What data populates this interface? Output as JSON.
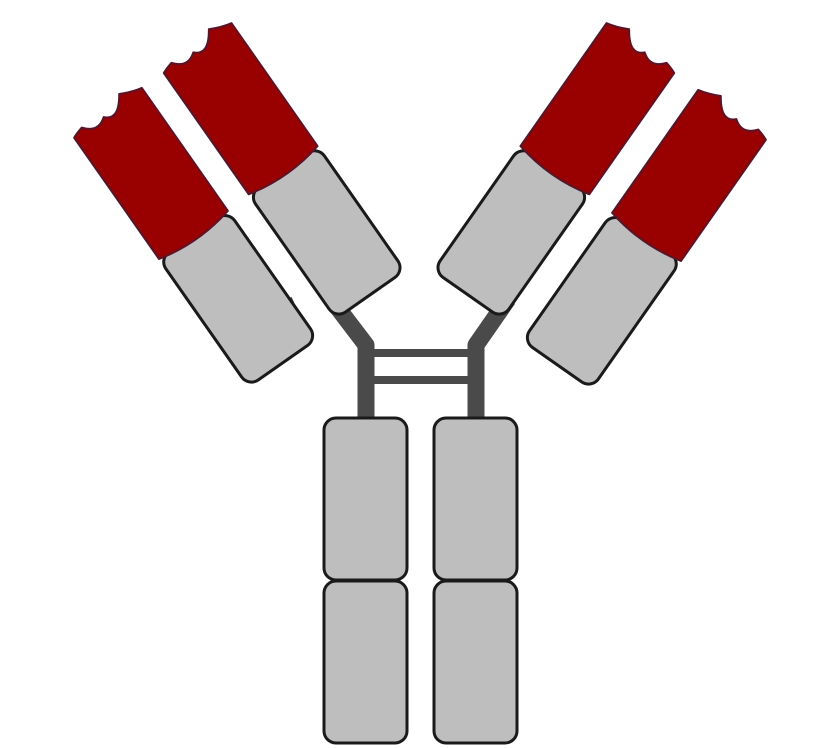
{
  "figure": {
    "subject": "antibody-schematic",
    "colors": {
      "background": "#ffffff",
      "constant_domain": "#bebebe",
      "variable_domain": "#990000",
      "variable_outline": "#5a1428",
      "domain_outline": "#1a1a1a",
      "linker": "#4a4a4a"
    },
    "parts": {
      "heavy_chains": 2,
      "light_chains": 2,
      "hinge_disulfide_bonds": 2,
      "fc_domains_per_chain": 2
    }
  }
}
